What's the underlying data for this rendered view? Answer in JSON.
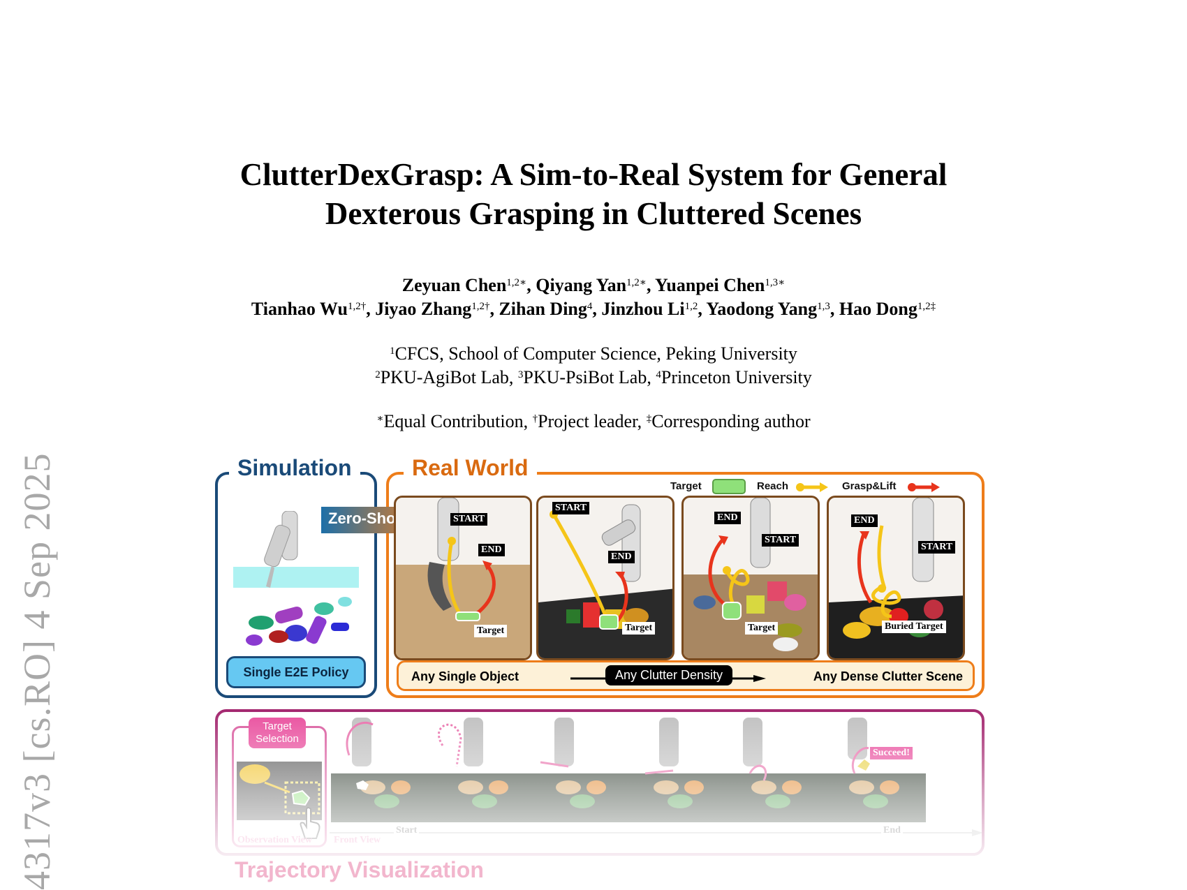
{
  "arxiv_stamp": "4317v3  [cs.RO]  4 Sep 2025",
  "title": {
    "line1": "ClutterDexGrasp: A Sim-to-Real System for General",
    "line2": "Dexterous Grasping in Cluttered Scenes"
  },
  "authors": {
    "row1": [
      {
        "name": "Zeyuan Chen",
        "sup": "1,2∗"
      },
      {
        "name": "Qiyang Yan",
        "sup": "1,2∗"
      },
      {
        "name": "Yuanpei Chen",
        "sup": "1,3∗"
      }
    ],
    "row2": [
      {
        "name": "Tianhao Wu",
        "sup": "1,2†"
      },
      {
        "name": "Jiyao Zhang",
        "sup": "1,2†"
      },
      {
        "name": "Zihan Ding",
        "sup": "4"
      },
      {
        "name": "Jinzhou Li",
        "sup": "1,2"
      },
      {
        "name": "Yaodong Yang",
        "sup": "1,3"
      },
      {
        "name": "Hao Dong",
        "sup": "1,2‡"
      }
    ]
  },
  "affiliations": {
    "line1": {
      "sup": "1",
      "text": "CFCS, School of Computer Science, Peking University"
    },
    "line2": [
      {
        "sup": "2",
        "text": "PKU-AgiBot Lab, "
      },
      {
        "sup": "3",
        "text": "PKU-PsiBot Lab, "
      },
      {
        "sup": "4",
        "text": "Princeton University"
      }
    ]
  },
  "notes": [
    {
      "sup": "∗",
      "text": "Equal Contribution, "
    },
    {
      "sup": "†",
      "text": "Project leader, "
    },
    {
      "sup": "‡",
      "text": "Corresponding author"
    }
  ],
  "figure": {
    "simulation_title": "Simulation",
    "real_world_title": "Real World",
    "zero_shot": "Zero-Shot",
    "policy": "Single E2E Policy",
    "legend": {
      "target": "Target",
      "reach": "Reach",
      "grasp_lift": "Grasp&Lift"
    },
    "scenes": [
      {
        "start": "START",
        "end": "END",
        "target": "Target"
      },
      {
        "start": "START",
        "end": "END",
        "target": "Target"
      },
      {
        "start": "START",
        "end": "END",
        "target": "Target"
      },
      {
        "start": "START",
        "end": "END",
        "target": "Buried Target"
      }
    ],
    "density": {
      "left": "Any Single Object",
      "middle": "Any Clutter Density",
      "right": "Any Dense Clutter Scene"
    },
    "trajectory": {
      "title": "Trajectory Visualization",
      "target_selection": "Target Selection",
      "observation_view": "Observation View",
      "front_view": "Front View",
      "start": "Start",
      "end": "End",
      "succeed": "Succeed!"
    },
    "colors": {
      "sim": "#1a4a78",
      "real": "#ee7d1a",
      "traj": "#a01f6a",
      "reach": "#f5c518",
      "grasp": "#e8341c",
      "target": "#8fe07a"
    }
  }
}
